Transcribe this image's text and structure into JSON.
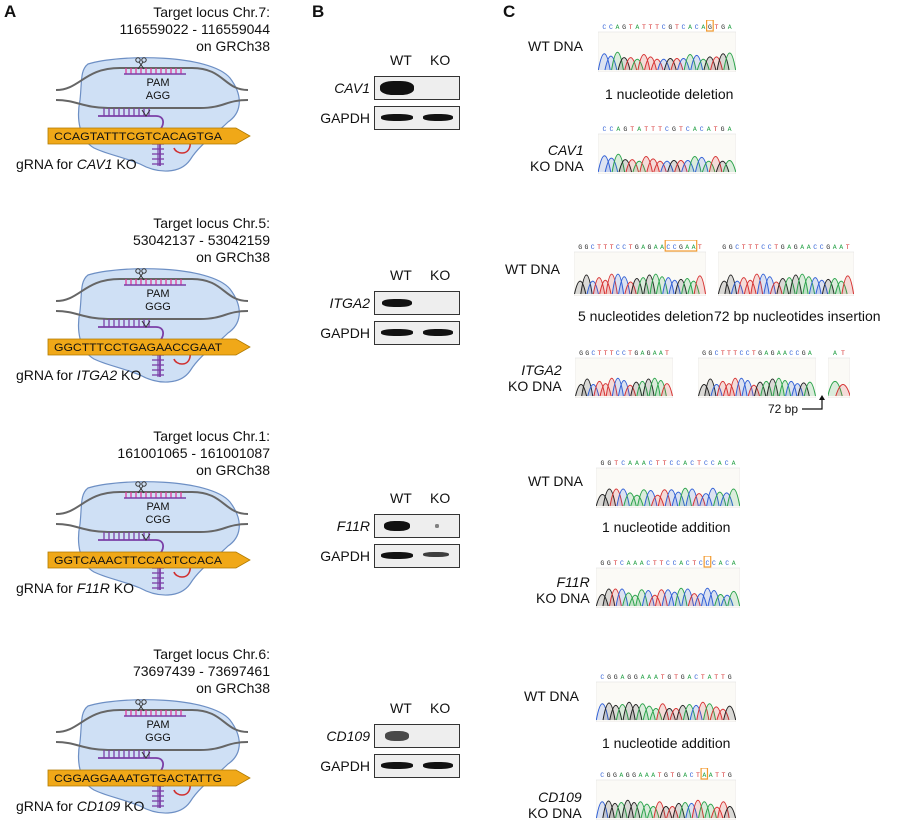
{
  "panels": {
    "a": "A",
    "b": "B",
    "c": "C"
  },
  "constructs": [
    {
      "locus_line1": "Target locus Chr.7:",
      "locus_line2": "116559022 - 116559044",
      "locus_line3": "on GRCh38",
      "pam_label": "PAM",
      "pam_seq": "AGG",
      "target_seq": "CCAGTATTTCGTCACAGTGA",
      "grna_prefix": "gRNA for ",
      "grna_gene": "CAV1",
      "grna_suffix": " KO"
    },
    {
      "locus_line1": "Target locus Chr.5:",
      "locus_line2": "53042137 - 53042159",
      "locus_line3": "on GRCh38",
      "pam_label": "PAM",
      "pam_seq": "GGG",
      "target_seq": "GGCTTTCCTGAGAACCGAAT",
      "grna_prefix": "gRNA for ",
      "grna_gene": "ITGA2",
      "grna_suffix": " KO"
    },
    {
      "locus_line1": "Target locus Chr.1:",
      "locus_line2": "161001065 - 161001087",
      "locus_line3": "on GRCh38",
      "pam_label": "PAM",
      "pam_seq": "CGG",
      "target_seq": "GGTCAAACTTCCACTCCACA",
      "grna_prefix": "gRNA for ",
      "grna_gene": "F11R",
      "grna_suffix": " KO"
    },
    {
      "locus_line1": "Target locus Chr.6:",
      "locus_line2": "73697439 - 73697461",
      "locus_line3": "on GRCh38",
      "pam_label": "PAM",
      "pam_seq": "GGG",
      "target_seq": "CGGAGGAAATGTGACTATTG",
      "grna_prefix": "gRNA for ",
      "grna_gene": "CD109",
      "grna_suffix": " KO"
    }
  ],
  "blots": [
    {
      "wt": "WT",
      "ko": "KO",
      "gene": "CAV1",
      "control": "GAPDH"
    },
    {
      "wt": "WT",
      "ko": "KO",
      "gene": "ITGA2",
      "control": "GAPDH"
    },
    {
      "wt": "WT",
      "ko": "KO",
      "gene": "F11R",
      "control": "GAPDH"
    },
    {
      "wt": "WT",
      "ko": "KO",
      "gene": "CD109",
      "control": "GAPDH"
    }
  ],
  "sequencing": {
    "wt_label": "WT DNA",
    "ko_suffix": "KO DNA",
    "cav1": {
      "gene": "CAV1",
      "wt_seq": "CCAGTATTTCGTCACAGTGA",
      "ko_seq": "CCAGTATTTCGTCACATGA",
      "change": "1 nucleotide deletion"
    },
    "itga2": {
      "gene": "ITGA2",
      "wt_seq1": "GGCTTTCCTGAGAACCGAAT",
      "wt_seq2": "GGCTTTCCTGAGAACCGAAT",
      "ko_seq1": "GGCTTTCCTGAGAAT",
      "ko_seq2": "GGCTTTCCTGAGAACCGA",
      "ko_seq3": "AT",
      "change1": "5 nucleotides deletion",
      "change2": "72 bp nucleotides insertion",
      "insert_label": "72 bp"
    },
    "f11r": {
      "gene": "F11R",
      "wt_seq": "GGTCAAACTTCCACTCCACA",
      "ko_seq": "GGTCAAACTTCCACTCCCACA",
      "change": "1 nucleotide addition"
    },
    "cd109": {
      "gene": "CD109",
      "wt_seq": "CGGAGGAAATGTGACTATTG",
      "ko_seq": "CGGAGGAAATGTGACTAATTG",
      "change": "1 nucleotide addition"
    }
  },
  "colors": {
    "target_bar": "#f0a818",
    "cas9_fill": "#cfe0f5",
    "cas9_stroke": "#6d8fc4",
    "rna": "#7b3fa6",
    "guide_pink": "#e0389a",
    "highlight_box": "#f29a2e"
  }
}
